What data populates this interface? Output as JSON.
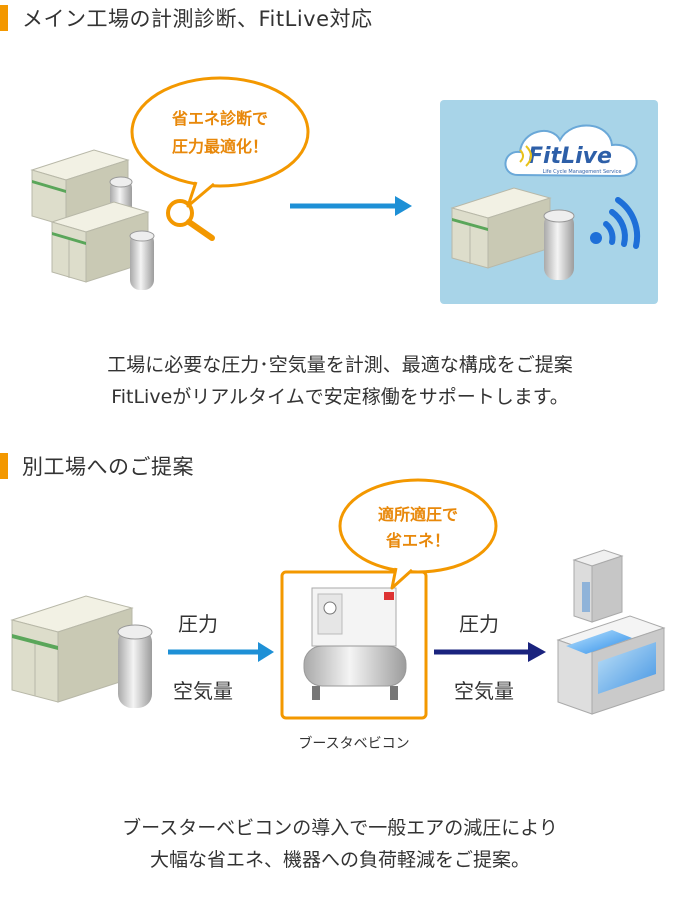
{
  "section1": {
    "heading": "メイン工場の計測診断、FitLive対応",
    "bubble": {
      "line1": "省エネ診断で",
      "line2": "圧力最適化！"
    },
    "logo": {
      "name": "FitLive",
      "tagline": "Life Cycle Management Service"
    },
    "description": [
      "工場に必要な圧力･空気量を計測、最適な構成をご提案",
      "FitLiveがリアルタイムで安定稼働をサポートします。"
    ]
  },
  "section2": {
    "heading": "別工場へのご提案",
    "bubble": {
      "line1": "適所適圧で",
      "line2": "省エネ！"
    },
    "label_pressure_left": "圧力",
    "label_air_left": "空気量",
    "label_pressure_right": "圧力",
    "label_air_right": "空気量",
    "device_caption": "ブースタベビコン",
    "description": [
      "ブースターベビコンの導入で一般エアの減圧により",
      "大幅な省エネ、機器への負荷軽減をご提案。"
    ]
  },
  "colors": {
    "accent_orange": "#f39800",
    "arrow_cyan": "#1e90d6",
    "arrow_navy": "#1a237e",
    "panel_blue": "#a8d4e8"
  }
}
